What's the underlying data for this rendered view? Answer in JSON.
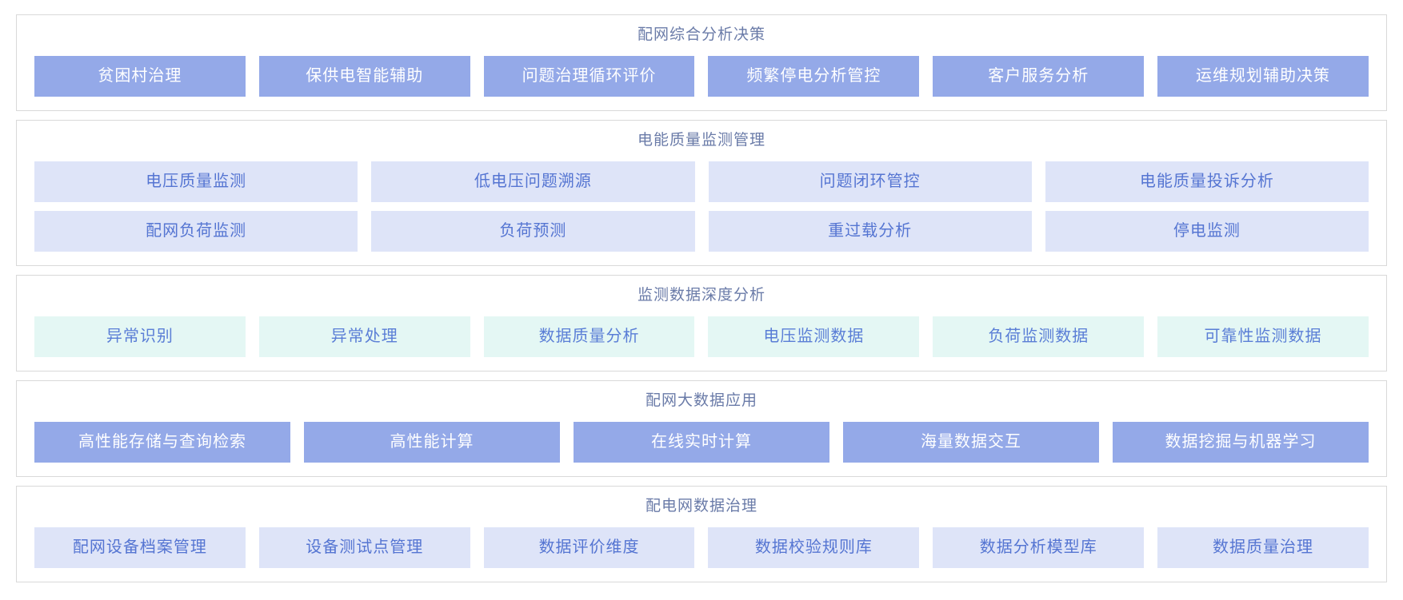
{
  "colors": {
    "section_border": "#d9d9d9",
    "title_text": "#6a7ba8",
    "solid_button_bg": "#94a9e8",
    "solid_button_text": "#ffffff",
    "lavender_button_bg": "#dee4f8",
    "lavender_button_text": "#5575d2",
    "mint_button_bg": "#e4f7f4",
    "mint_button_text": "#5a7ed6"
  },
  "sections": [
    {
      "id": "comprehensive-analysis-decision",
      "title": "配网综合分析决策",
      "style": "solid",
      "rows": [
        [
          "贫困村治理",
          "保供电智能辅助",
          "问题治理循环评价",
          "频繁停电分析管控",
          "客户服务分析",
          "运维规划辅助决策"
        ]
      ]
    },
    {
      "id": "power-quality-monitoring",
      "title": "电能质量监测管理",
      "style": "lavender",
      "rows": [
        [
          "电压质量监测",
          "低电压问题溯源",
          "问题闭环管控",
          "电能质量投诉分析"
        ],
        [
          "配网负荷监测",
          "负荷预测",
          "重过载分析",
          "停电监测"
        ]
      ]
    },
    {
      "id": "monitoring-data-deep-analysis",
      "title": "监测数据深度分析",
      "style": "mint",
      "rows": [
        [
          "异常识别",
          "异常处理",
          "数据质量分析",
          "电压监测数据",
          "负荷监测数据",
          "可靠性监测数据"
        ]
      ]
    },
    {
      "id": "big-data-application",
      "title": "配网大数据应用",
      "style": "solid",
      "rows": [
        [
          "高性能存储与查询检索",
          "高性能计算",
          "在线实时计算",
          "海量数据交互",
          "数据挖掘与机器学习"
        ]
      ]
    },
    {
      "id": "data-governance",
      "title": "配电网数据治理",
      "style": "lavender",
      "rows": [
        [
          "配网设备档案管理",
          "设备测试点管理",
          "数据评价维度",
          "数据校验规则库",
          "数据分析模型库",
          "数据质量治理"
        ]
      ]
    }
  ]
}
